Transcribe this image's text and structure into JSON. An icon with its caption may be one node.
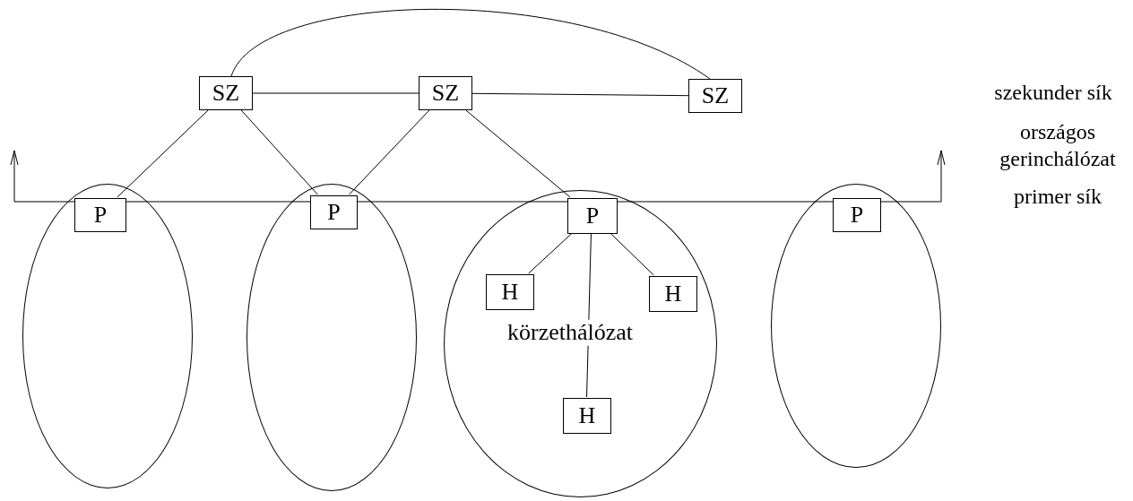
{
  "diagram": {
    "nodes": [
      {
        "text": [
          "SZ"
        ]
      },
      {
        "text": [
          "SZ"
        ]
      },
      {
        "text": [
          "SZ"
        ]
      },
      {
        "text": [],
        "shape": "ellipse"
      },
      {
        "text": [
          "P"
        ],
        "in": 3
      },
      {
        "text": [],
        "shape": "ellipse"
      },
      {
        "text": [
          "P"
        ],
        "in": 5
      },
      {
        "text": [
          "körzethálózat"
        ]
      },
      {
        "text": [
          "P"
        ],
        "in": 7
      },
      {
        "text": [
          "H"
        ],
        "in": 7
      },
      {
        "text": [
          "H"
        ],
        "in": 7
      },
      {
        "text": [
          "H"
        ],
        "in": 7
      },
      {
        "text": [],
        "shape": "ellipse"
      },
      {
        "text": [
          "P"
        ],
        "in": 12
      }
    ],
    "edges": [
      {
        "from": 0,
        "to": 1,
        "arrow": "none"
      },
      {
        "from": 1,
        "to": 2,
        "arrow": "none"
      },
      {
        "from": 0,
        "to": 2,
        "arrow": "none"
      },
      {
        "from": 0,
        "to": 4,
        "arrow": "none"
      },
      {
        "from": 0,
        "to": 6,
        "arrow": "none"
      },
      {
        "from": 1,
        "to": 6,
        "arrow": "none"
      },
      {
        "from": 1,
        "to": 8,
        "arrow": "none"
      },
      {
        "from": 8,
        "to": 9,
        "arrow": "none"
      },
      {
        "from": 8,
        "to": 10,
        "arrow": "none"
      },
      {
        "from": 8,
        "to": 11,
        "arrow": "none"
      }
    ],
    "labels": [
      "szekunder sík",
      "országos gerinchálózat",
      "primer sík"
    ]
  }
}
